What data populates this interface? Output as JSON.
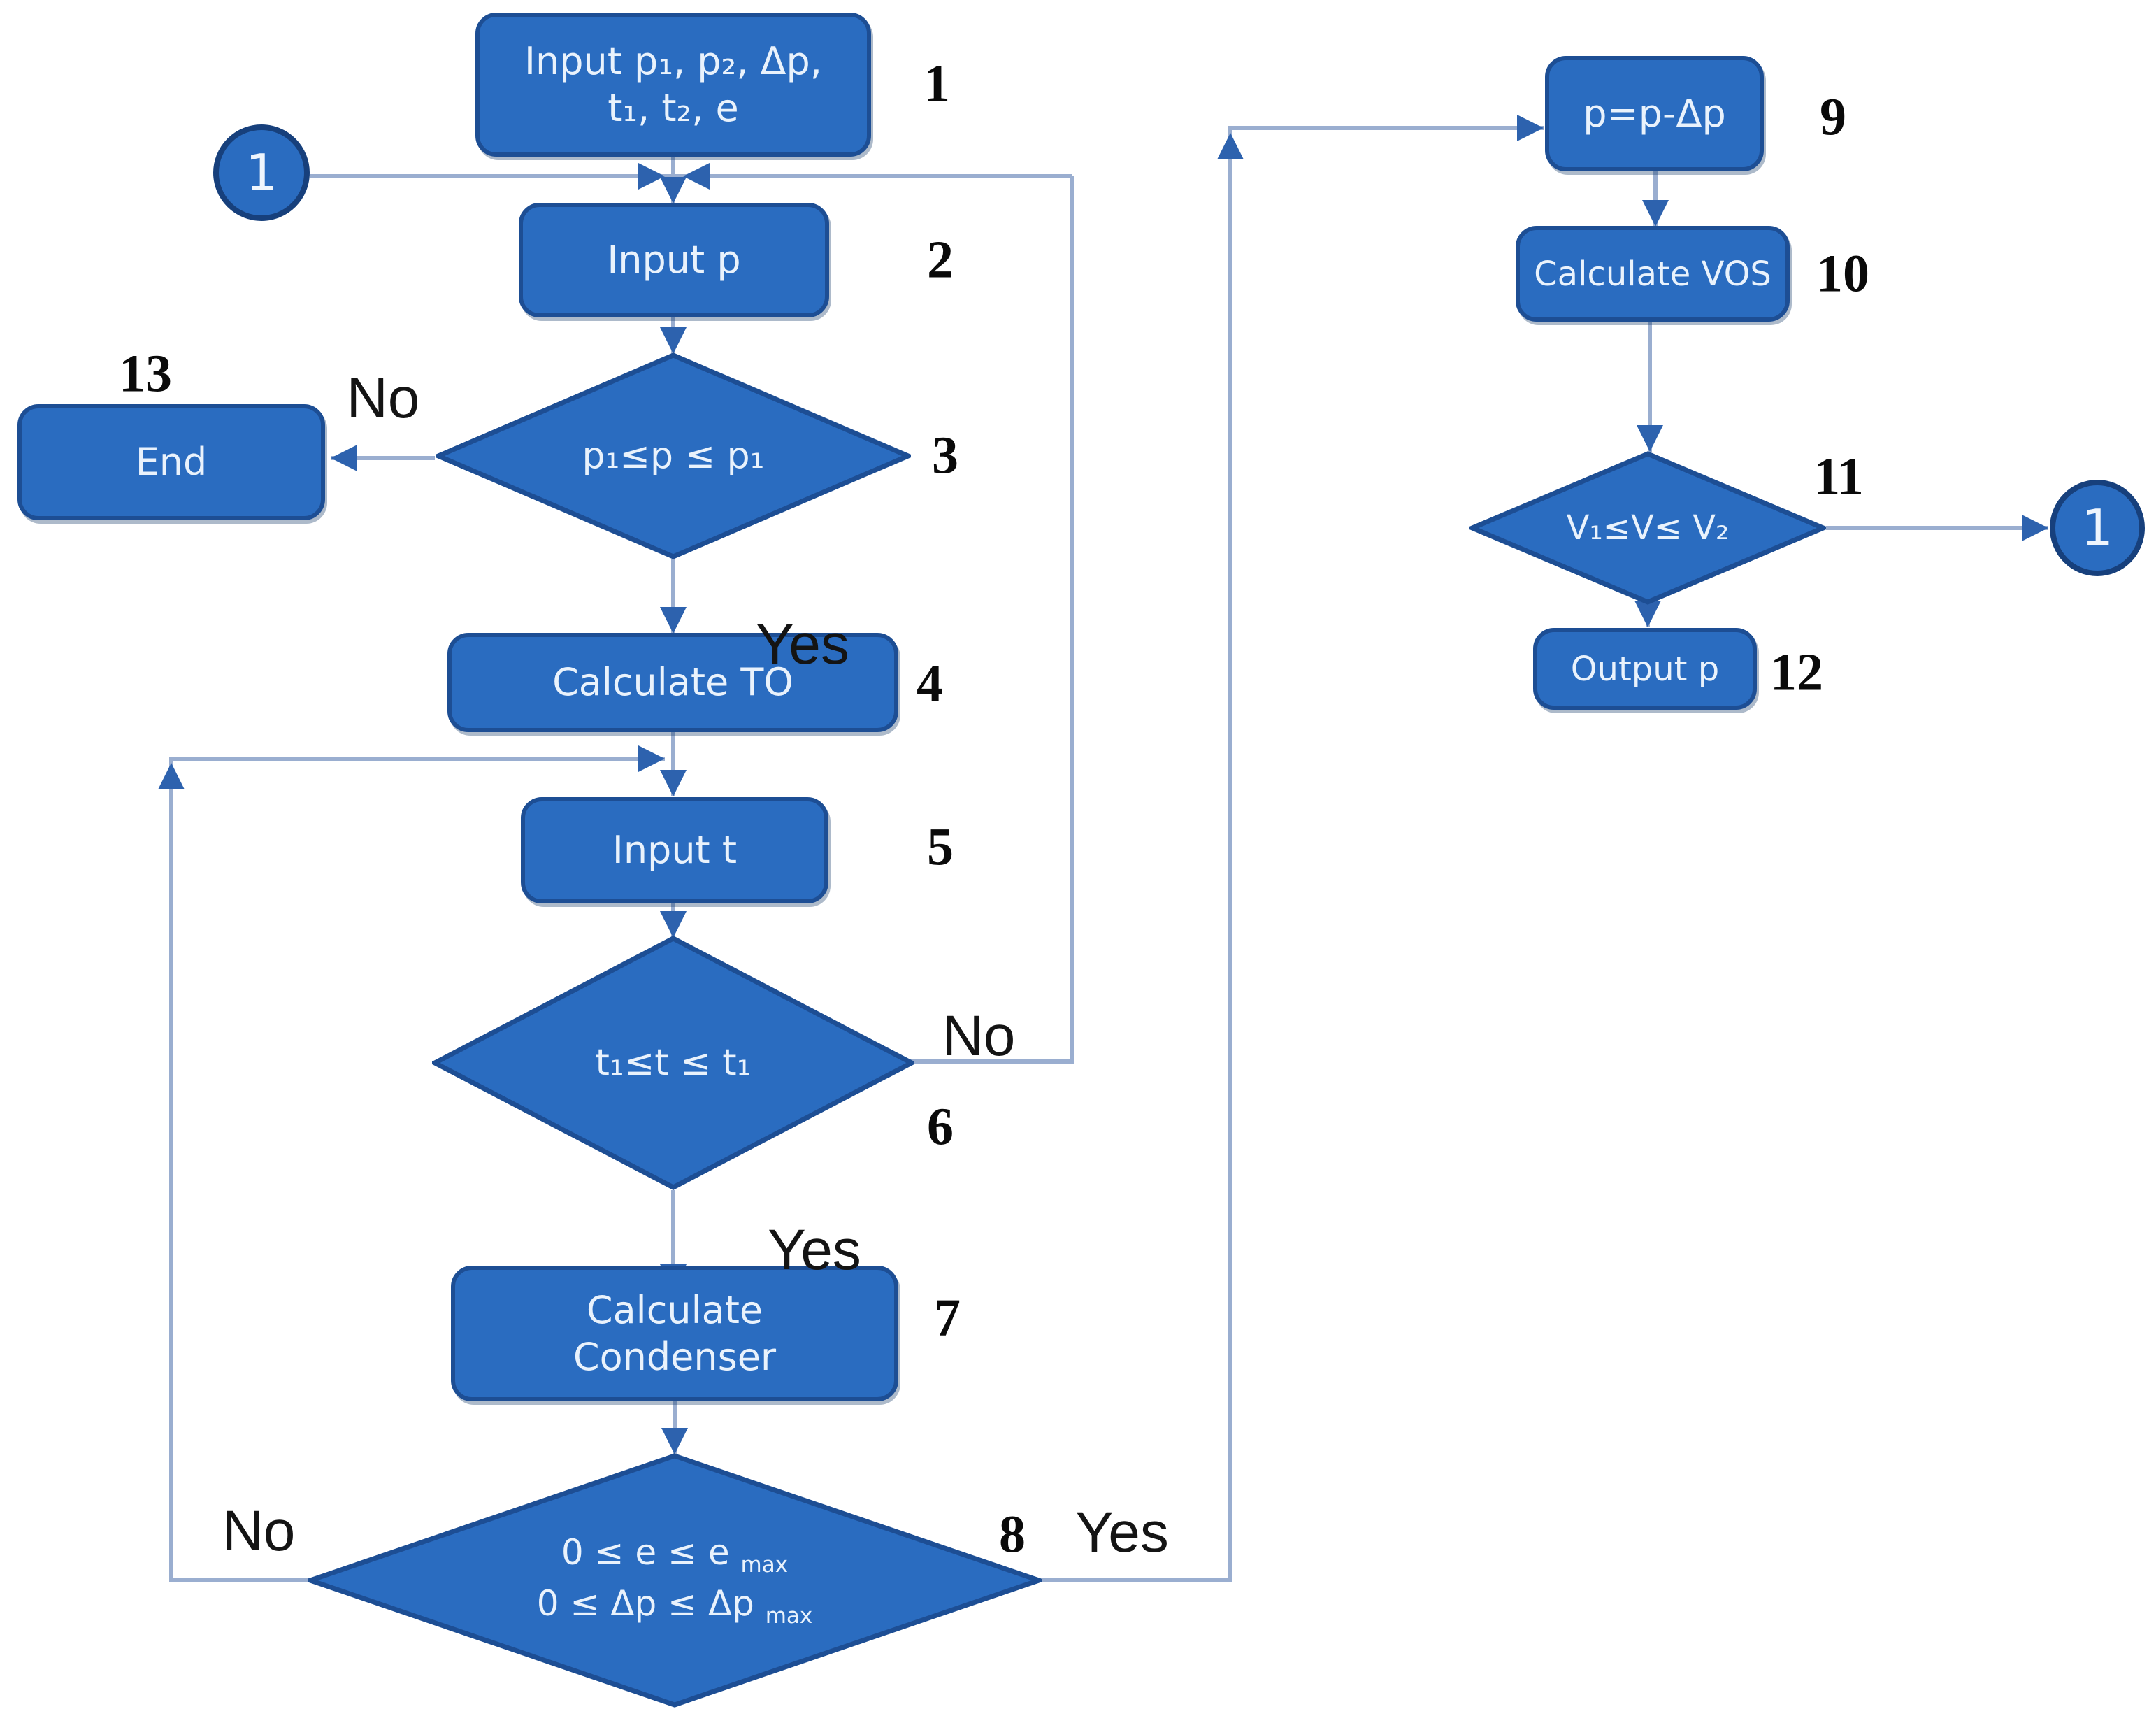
{
  "diagram": {
    "colors": {
      "node_fill": "#2a6cc0",
      "node_border": "#1d4e94",
      "node_text": "#e9f2fc",
      "wire": "#9aaed0",
      "arrow": "#2d62ae",
      "label_text": "#0a0a0a",
      "background": "#ffffff"
    },
    "nodes": {
      "n1": {
        "lines": [
          "Input p₁, p₂, Δp,",
          "t₁, t₂, e"
        ],
        "number": "1"
      },
      "n2": {
        "label": "Input p",
        "number": "2"
      },
      "n3": {
        "label": "p₁≤p ≤ p₁",
        "number": "3"
      },
      "n4": {
        "label": "Calculate TO",
        "number": "4"
      },
      "n5": {
        "label": "Input t",
        "number": "5"
      },
      "n6": {
        "label": "t₁≤t ≤ t₁",
        "number": "6"
      },
      "n7": {
        "lines": [
          "Calculate",
          "Condenser"
        ],
        "number": "7"
      },
      "n8": {
        "lines": [
          {
            "pre": "0 ≤ e ≤ e ",
            "sub": "max"
          },
          {
            "pre": "0 ≤ Δp ≤ Δp ",
            "sub": "max"
          }
        ],
        "number": "8"
      },
      "n9": {
        "label": "p=p-Δp",
        "number": "9"
      },
      "n10": {
        "label": "Calculate VOS",
        "number": "10"
      },
      "n11": {
        "label": "V₁≤V≤ V₂",
        "number": "11"
      },
      "n12": {
        "label": "Output p",
        "number": "12"
      },
      "n13": {
        "label": "End",
        "number": "13"
      },
      "c1_left": {
        "label": "1"
      },
      "c1_right": {
        "label": "1"
      }
    },
    "edge_labels": {
      "no3": "No",
      "yes3": "Yes",
      "no6": "No",
      "yes6": "Yes",
      "no8": "No",
      "yes8": "Yes"
    }
  }
}
